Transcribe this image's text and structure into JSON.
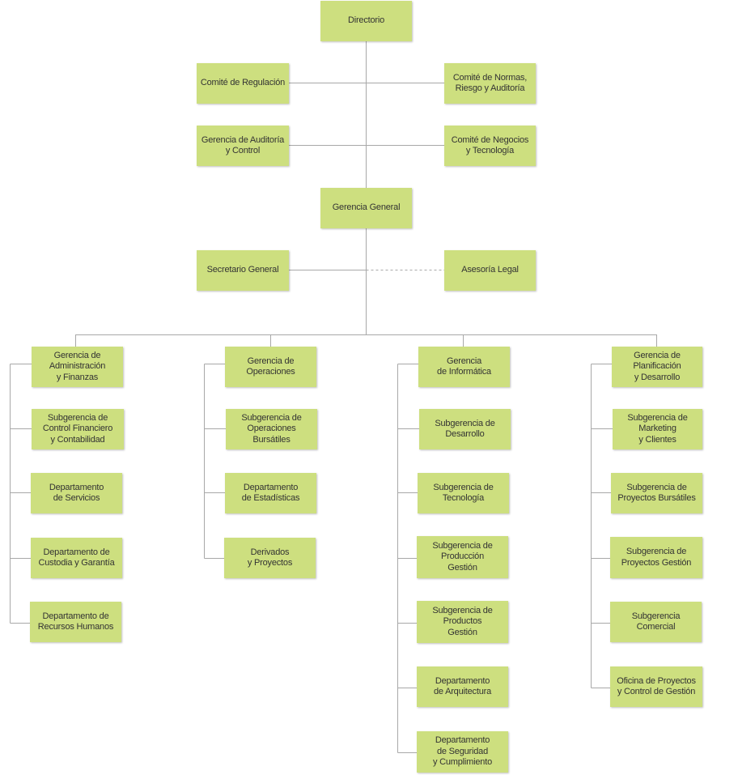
{
  "nodes": {
    "directorio": "Directorio",
    "comite_regulacion": "Comité de Regulación",
    "comite_normas": "Comité de Normas,\nRiesgo y Auditoría",
    "gerencia_auditoria": "Gerencia de Auditoría\ny Control",
    "comite_negocios": "Comité de Negocios\ny Tecnología",
    "gerencia_general": "Gerencia General",
    "secretario_general": "Secretario General",
    "asesoria_legal": "Asesoría Legal",
    "col1": [
      "Gerencia de\nAdministración\ny Finanzas",
      "Subgerencia de\nControl Financiero\ny Contabilidad",
      "Departamento\nde Servicios",
      "Departamento de\nCustodia y Garantía",
      "Departamento de\nRecursos Humanos"
    ],
    "col2": [
      "Gerencia de\nOperaciones",
      "Subgerencia de\nOperaciones\nBursátiles",
      "Departamento\nde Estadísticas",
      "Derivados\ny Proyectos"
    ],
    "col3": [
      "Gerencia\nde Informática",
      "Subgerencia de\nDesarrollo",
      "Subgerencia de\nTecnología",
      "Subgerencia de\nProducción\nGestión",
      "Subgerencia de\nProductos\nGestión",
      "Departamento\nde Arquitectura",
      "Departamento\nde Seguridad\ny Cumplimiento"
    ],
    "col4": [
      "Gerencia de\nPlanificación\ny Desarrollo",
      "Subgerencia de\nMarketing\ny Clientes",
      "Subgerencia de\nProyectos Bursátiles",
      "Subgerencia de\nProyectos Gestión",
      "Subgerencia\nComercial",
      "Oficina de Proyectos\ny Control de Gestión"
    ]
  },
  "colors": {
    "box": "#cddf7f",
    "line": "#9e9e9e",
    "text": "#333333"
  }
}
